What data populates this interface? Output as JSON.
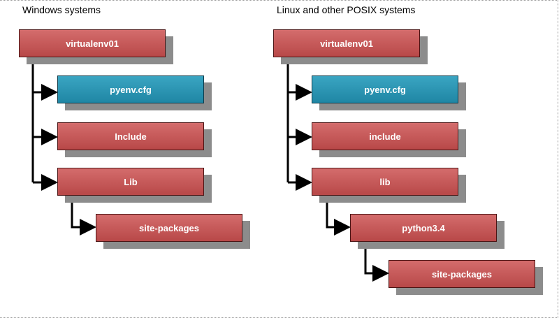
{
  "colors": {
    "directory": "#c85a5a",
    "file": "#2a95b4",
    "shadow": "#8c8c8c",
    "connector": "#000000"
  },
  "left": {
    "heading": "Windows systems",
    "root": "virtualenv01",
    "children": [
      "pyenv.cfg",
      "Include",
      "Lib"
    ],
    "grandchild": "site-packages"
  },
  "right": {
    "heading": "Linux and other POSIX systems",
    "root": "virtualenv01",
    "children": [
      "pyenv.cfg",
      "include",
      "lib"
    ],
    "grandchild": "python3.4",
    "great_grandchild": "site-packages"
  }
}
